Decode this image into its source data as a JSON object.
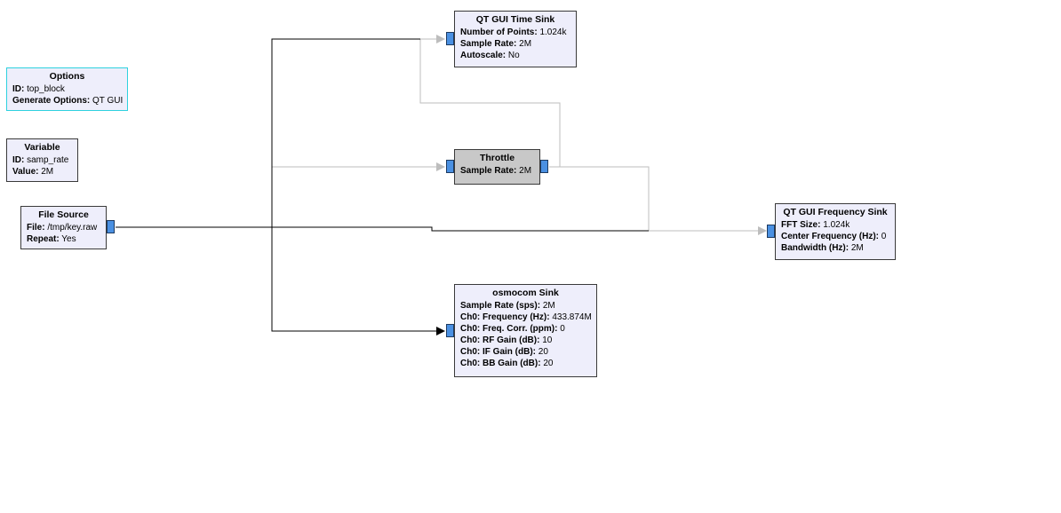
{
  "colors": {
    "block_fill": "#eeeefb",
    "throttle_fill": "#c8c8c8",
    "options_border": "#2fd1df",
    "port_fill": "#4a90e2",
    "active_wire": "#000000",
    "inactive_wire": "#bdbdbd"
  },
  "blocks": {
    "options": {
      "title": "Options",
      "params": [
        {
          "key": "ID:",
          "value": "top_block"
        },
        {
          "key": "Generate Options:",
          "value": "QT GUI"
        }
      ]
    },
    "variable": {
      "title": "Variable",
      "params": [
        {
          "key": "ID:",
          "value": "samp_rate"
        },
        {
          "key": "Value:",
          "value": "2M"
        }
      ]
    },
    "file_source": {
      "title": "File Source",
      "params": [
        {
          "key": "File:",
          "value": "/tmp/key.raw"
        },
        {
          "key": "Repeat:",
          "value": "Yes"
        }
      ]
    },
    "time_sink": {
      "title": "QT GUI Time Sink",
      "params": [
        {
          "key": "Number of Points:",
          "value": "1.024k"
        },
        {
          "key": "Sample Rate:",
          "value": "2M"
        },
        {
          "key": "Autoscale:",
          "value": "No"
        }
      ]
    },
    "throttle": {
      "title": "Throttle",
      "params": [
        {
          "key": "Sample Rate:",
          "value": "2M"
        }
      ]
    },
    "freq_sink": {
      "title": "QT GUI Frequency Sink",
      "params": [
        {
          "key": "FFT Size:",
          "value": "1.024k"
        },
        {
          "key": "Center Frequency (Hz):",
          "value": "0"
        },
        {
          "key": "Bandwidth (Hz):",
          "value": "2M"
        }
      ]
    },
    "osmocom_sink": {
      "title": "osmocom Sink",
      "params": [
        {
          "key": "Sample Rate (sps):",
          "value": "2M"
        },
        {
          "key": "Ch0: Frequency (Hz):",
          "value": "433.874M"
        },
        {
          "key": "Ch0: Freq. Corr. (ppm):",
          "value": "0"
        },
        {
          "key": "Ch0: RF Gain (dB):",
          "value": "10"
        },
        {
          "key": "Ch0: IF Gain (dB):",
          "value": "20"
        },
        {
          "key": "Ch0: BB Gain (dB):",
          "value": "20"
        }
      ]
    }
  }
}
